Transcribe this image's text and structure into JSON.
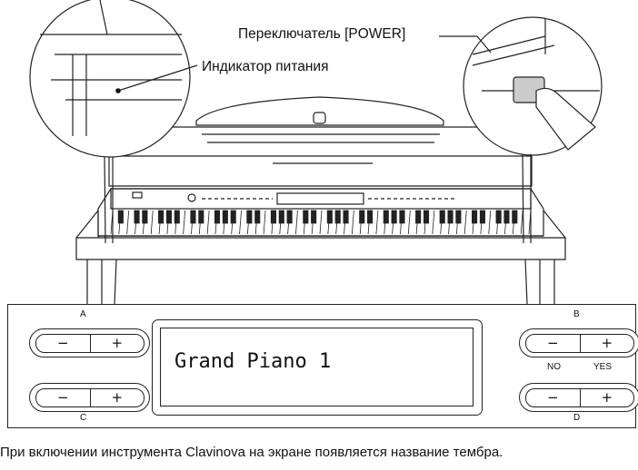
{
  "callouts": {
    "power_switch": "Переключатель [POWER]",
    "power_indicator": "Индикатор питания"
  },
  "panel": {
    "groups": {
      "a": {
        "letter": "A",
        "minus": "−",
        "plus": "+"
      },
      "b": {
        "letter": "B",
        "minus": "−",
        "plus": "+",
        "minus_label": "NO",
        "plus_label": "YES"
      },
      "c": {
        "letter": "C",
        "minus": "−",
        "plus": "+"
      },
      "d": {
        "letter": "D",
        "minus": "−",
        "plus": "+"
      }
    },
    "display": "Grand Piano 1"
  },
  "caption": "При включении инструмента Clavinova на экране появляется название тембра."
}
